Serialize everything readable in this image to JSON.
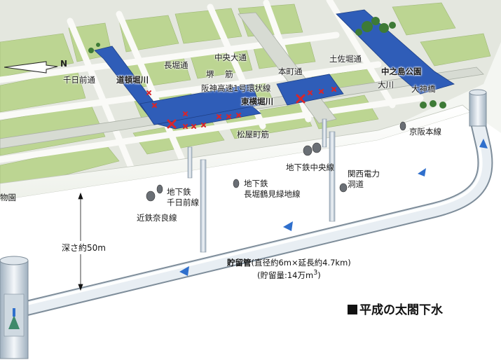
{
  "diagram": {
    "title": "平成の太閤下水",
    "compass": {
      "label": "N",
      "icon": "north-arrow-icon"
    },
    "streets": {
      "sennichimae_dori": "千日前通",
      "nagahori_dori": "長堀通",
      "chuo_odori": "中央大通",
      "honmachi_dori": "本町通",
      "tosabori_dori": "土佐堀通",
      "sakai_suji": "堺 筋",
      "matsuyamachi_suji": "松屋町筋"
    },
    "waterways": {
      "dotonbori": "道頓堀川",
      "higashiyokobori": "東横堀川",
      "okawa": "大川"
    },
    "places": {
      "nakanoshima_park": "中之島公園",
      "tenjinbashi": "大神橋",
      "zoo_partial": "物園"
    },
    "infrastructure": {
      "hanshin_expressway": "阪神高速1号環状線",
      "keihan_line": "京阪本線",
      "subway_chuo_line": "地下鉄中央線",
      "kansai_power_l1": "関西電力",
      "kansai_power_l2": "洞道",
      "subway_nagahori_l1": "地下鉄",
      "subway_nagahori_l2": "長堀鶴見緑地線",
      "subway_sennichimae_l1": "地下鉄",
      "subway_sennichimae_l2": "千日前線",
      "kintetsu_nara_line": "近鉄奈良線"
    },
    "depth_label": "深さ約50m",
    "storage_pipe": {
      "name": "貯留管",
      "spec": "(直径約6m×延長約4.7km)",
      "capacity_prefix": "(貯留量:14万m",
      "capacity_sup": "3",
      "capacity_suffix": ")"
    },
    "colors": {
      "ground": "#b9d38f",
      "river": "#2f5db8",
      "road": "#e6e8e2",
      "pipe": "#e3eaf0",
      "flow_arrow": "#2f6fcc",
      "x_marker": "#d8252b"
    }
  }
}
